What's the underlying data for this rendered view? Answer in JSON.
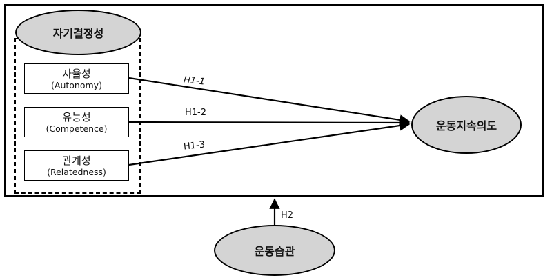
{
  "diagram": {
    "group_title": "자기결정성",
    "factors": [
      {
        "ko": "자율성",
        "en": "(Autonomy)",
        "path": "H1-1"
      },
      {
        "ko": "유능성",
        "en": "(Competence)",
        "path": "H1-2"
      },
      {
        "ko": "관계성",
        "en": "(Relatedness)",
        "path": "H1-3"
      }
    ],
    "outcome": "운동지속의도",
    "moderator": "운동습관",
    "moderator_path": "H2"
  }
}
